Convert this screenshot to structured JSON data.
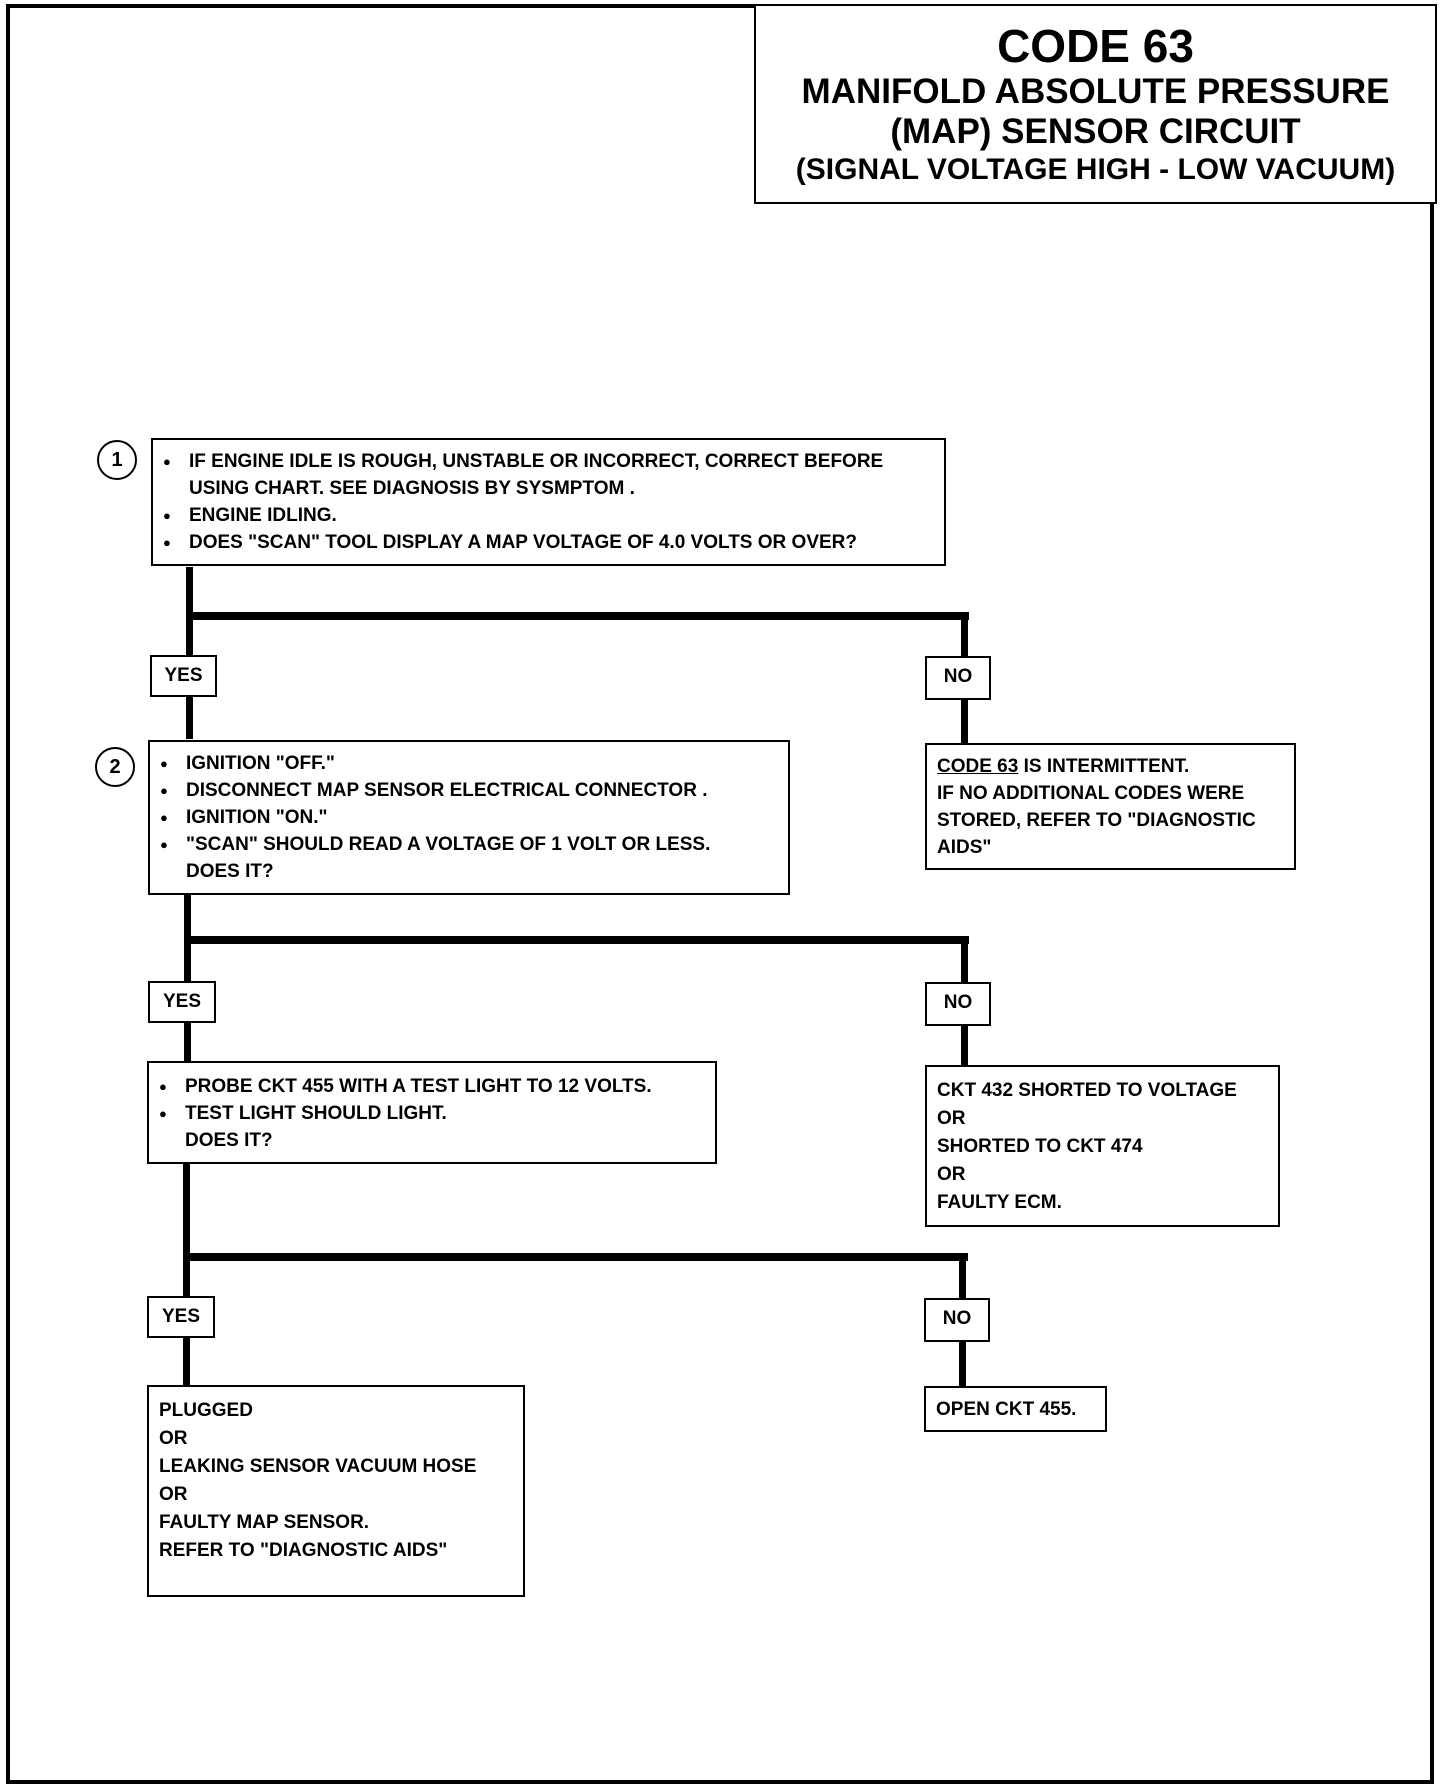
{
  "title": {
    "code": "CODE 63",
    "line1": "MANIFOLD ABSOLUTE PRESSURE",
    "line2": "(MAP) SENSOR CIRCUIT",
    "line3": "(SIGNAL VOLTAGE HIGH - LOW VACUUM)"
  },
  "step1": {
    "number": "1",
    "bullets": [
      "IF ENGINE IDLE IS ROUGH, UNSTABLE OR INCORRECT, CORRECT BEFORE",
      "ENGINE IDLING.",
      "DOES \"SCAN\" TOOL DISPLAY A MAP VOLTAGE OF 4.0 VOLTS OR OVER?"
    ],
    "bullet1_cont": "USING CHART.   SEE DIAGNOSIS BY SYSMPTOM ."
  },
  "step2": {
    "number": "2",
    "bullets": [
      "IGNITION \"OFF.\"",
      "DISCONNECT MAP SENSOR ELECTRICAL CONNECTOR .",
      "IGNITION \"ON.\"",
      "\"SCAN\" SHOULD READ  A VOLTAGE OF 1 VOLT OR LESS."
    ],
    "bullet4_cont": "DOES IT?"
  },
  "step3": {
    "bullets": [
      "PROBE CKT 455 WITH A TEST LIGHT TO 12  VOLTS.",
      "TEST LIGHT SHOULD LIGHT."
    ],
    "bullet2_cont": "DOES IT?"
  },
  "labels": {
    "yes": "YES",
    "no": "NO"
  },
  "result_intermittent": {
    "code_ref": "CODE 63",
    "line1_rest": " IS INTERMITTENT.",
    "line2": "IF NO ADDITIONAL CODES WERE",
    "line3": "STORED, REFER TO \"DIAGNOSTIC",
    "line4": "AIDS\""
  },
  "result_ckt432": {
    "lines": [
      "CKT 432 SHORTED TO VOLTAGE",
      "OR",
      "SHORTED TO CKT 474",
      "OR",
      "FAULTY ECM."
    ]
  },
  "result_plugged": {
    "lines": [
      "PLUGGED",
      "OR",
      "LEAKING SENSOR  VACUUM HOSE",
      "OR",
      "FAULTY MAP SENSOR.",
      "REFER TO \"DIAGNOSTIC AIDS\""
    ]
  },
  "result_open": {
    "line": "OPEN CKT 455."
  }
}
